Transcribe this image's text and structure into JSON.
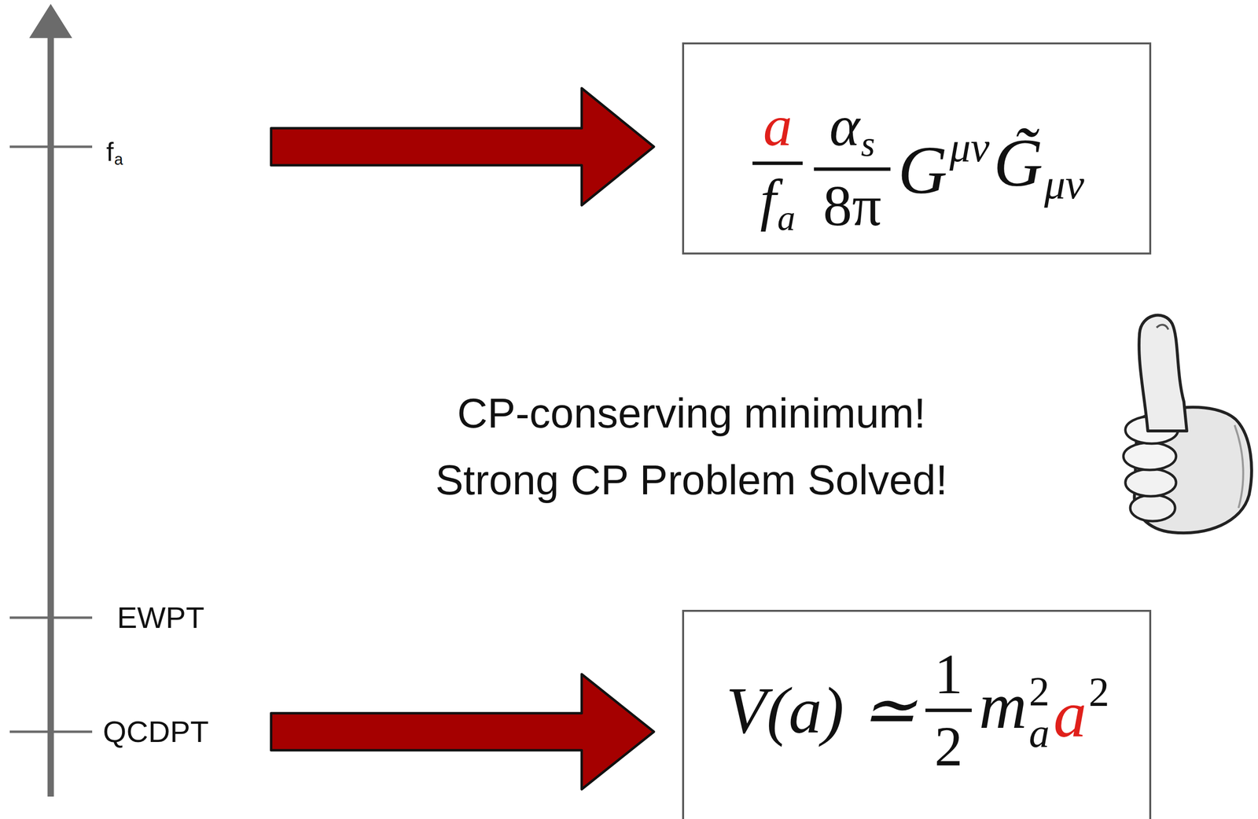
{
  "diagram": {
    "nodes": [
      {
        "text": [
          "a",
          "f",
          "a",
          "α",
          "s",
          "8π",
          "G",
          "μν",
          "G̃",
          "μν"
        ]
      },
      {
        "text": [
          "V(a) ≃",
          "1",
          "2",
          "m",
          "a",
          "2",
          "a",
          "2"
        ]
      }
    ],
    "labels": [
      "f",
      "a",
      "EWPT",
      "QCDPT",
      "CP-conserving minimum!",
      "Strong CP Problem Solved!"
    ]
  }
}
